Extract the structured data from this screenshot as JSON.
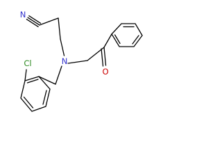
{
  "structure": {
    "atom_labels": {
      "nitrile_n": "N",
      "amine_n": "N",
      "carbonyl_o": "O",
      "chlorine": "Cl"
    },
    "colors": {
      "nitrogen": "#3333cc",
      "oxygen": "#cc0000",
      "chlorine": "#2e8b22",
      "bond": "#000000"
    }
  }
}
